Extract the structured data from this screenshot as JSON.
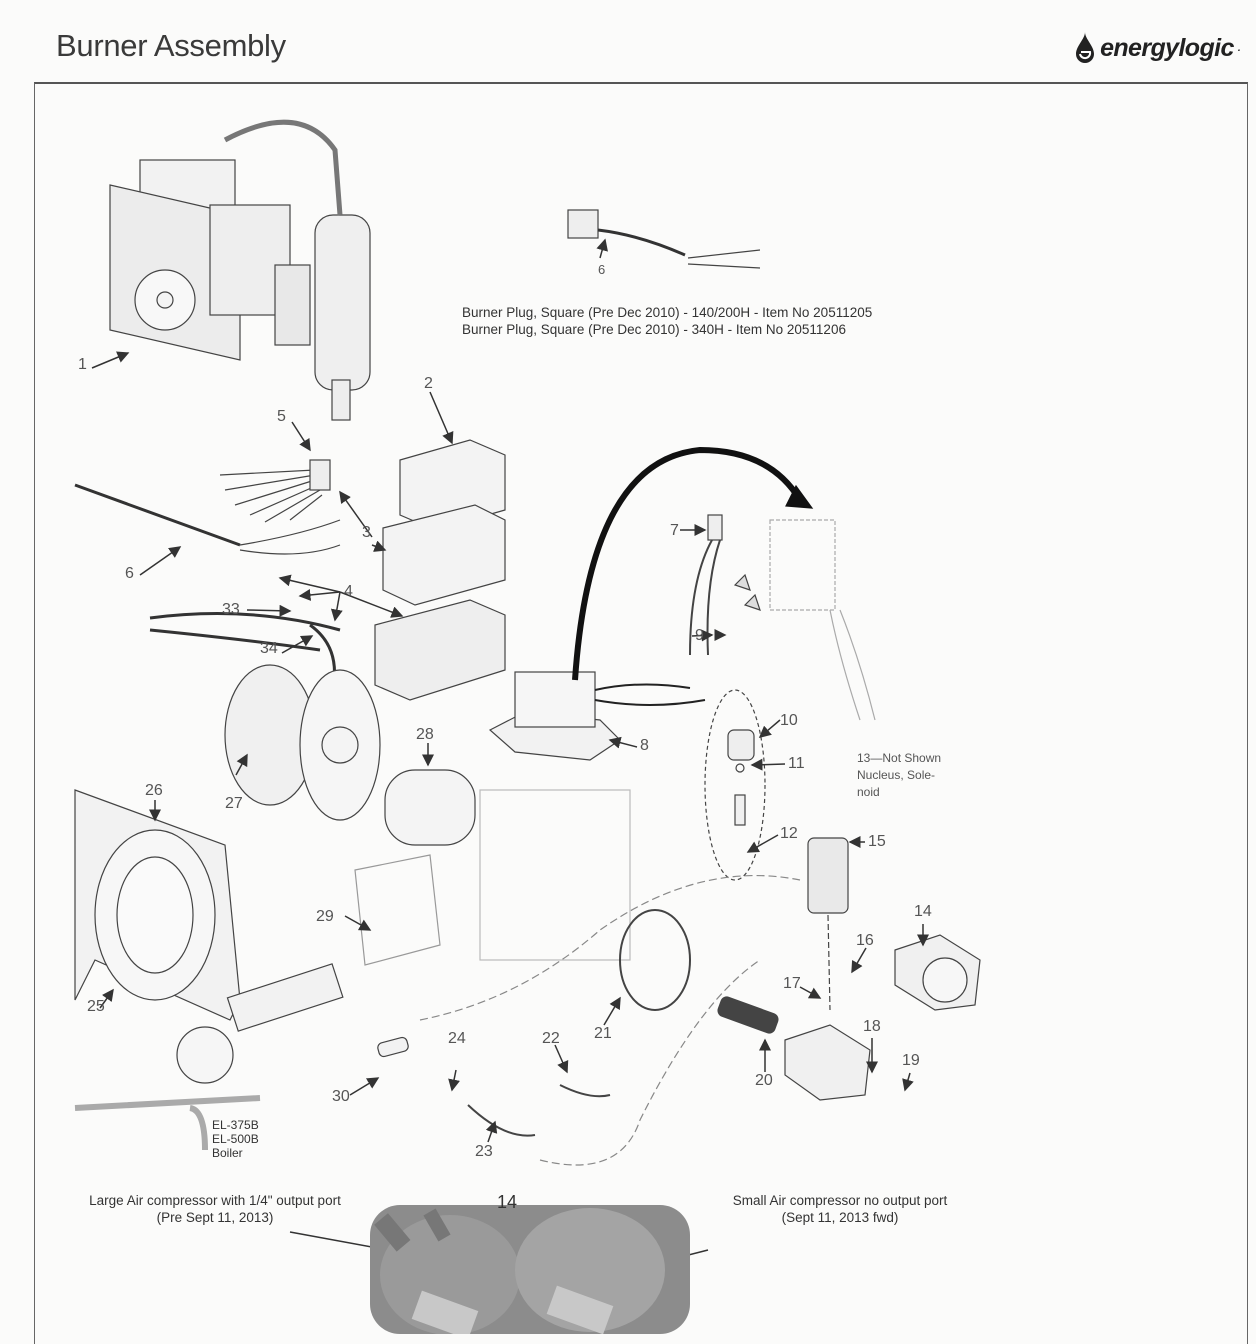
{
  "header": {
    "title": "Burner Assembly",
    "brand": "energylogic",
    "brand_suffix": "."
  },
  "plug_notes": [
    "Burner Plug, Square (Pre Dec 2010) - 140/200H - Item No 20511205",
    "Burner Plug, Square (Pre Dec 2010) - 340H - Item No 20511206"
  ],
  "solenoid_note": [
    "13—Not Shown",
    "Nucleus, Sole-",
    "noid"
  ],
  "boiler_note": [
    "EL-375B",
    "EL-500B",
    "Boiler"
  ],
  "compressor": {
    "number": "14",
    "large": [
      "Large Air compressor  with 1/4\" output port",
      "(Pre Sept 11, 2013)"
    ],
    "small": [
      "Small Air compressor no output port",
      "(Sept 11,  2013 fwd)"
    ]
  },
  "callouts": {
    "c1": "1",
    "c2": "2",
    "c3": "3",
    "c4": "4",
    "c5": "5",
    "c6a": "6",
    "c6b": "6",
    "c7": "7",
    "c8": "8",
    "c9": "9",
    "c10": "10",
    "c11": "11",
    "c12": "12",
    "c14": "14",
    "c15": "15",
    "c16": "16",
    "c17": "17",
    "c18": "18",
    "c19": "19",
    "c20": "20",
    "c21": "21",
    "c22": "22",
    "c23": "23",
    "c24": "24",
    "c25": "25",
    "c26": "26",
    "c27": "27",
    "c28": "28",
    "c29": "29",
    "c30": "30",
    "c33": "33",
    "c34": "34"
  }
}
